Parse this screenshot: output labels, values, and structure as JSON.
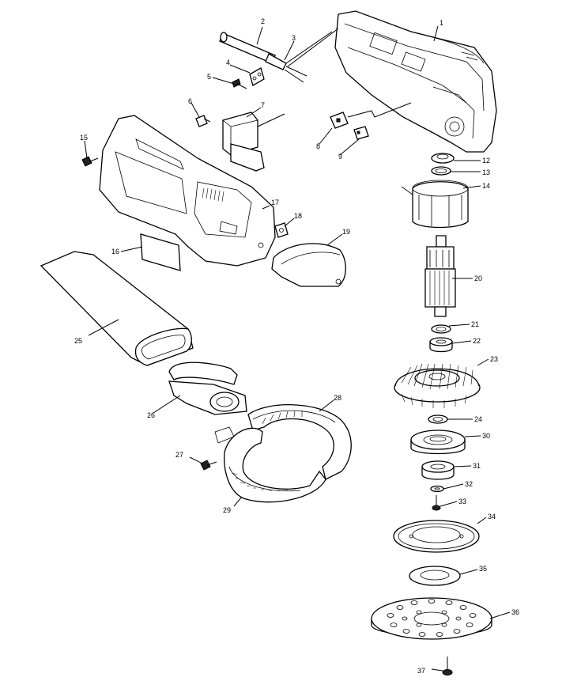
{
  "diagram": {
    "type": "exploded-parts-diagram",
    "callouts": [
      "1",
      "2",
      "3",
      "4",
      "5",
      "6",
      "7",
      "8",
      "9",
      "12",
      "13",
      "14",
      "15",
      "16",
      "17",
      "18",
      "19",
      "20",
      "21",
      "22",
      "23",
      "24",
      "25",
      "26",
      "27",
      "28",
      "29",
      "30",
      "31",
      "32",
      "33",
      "34",
      "35",
      "36",
      "37"
    ]
  }
}
